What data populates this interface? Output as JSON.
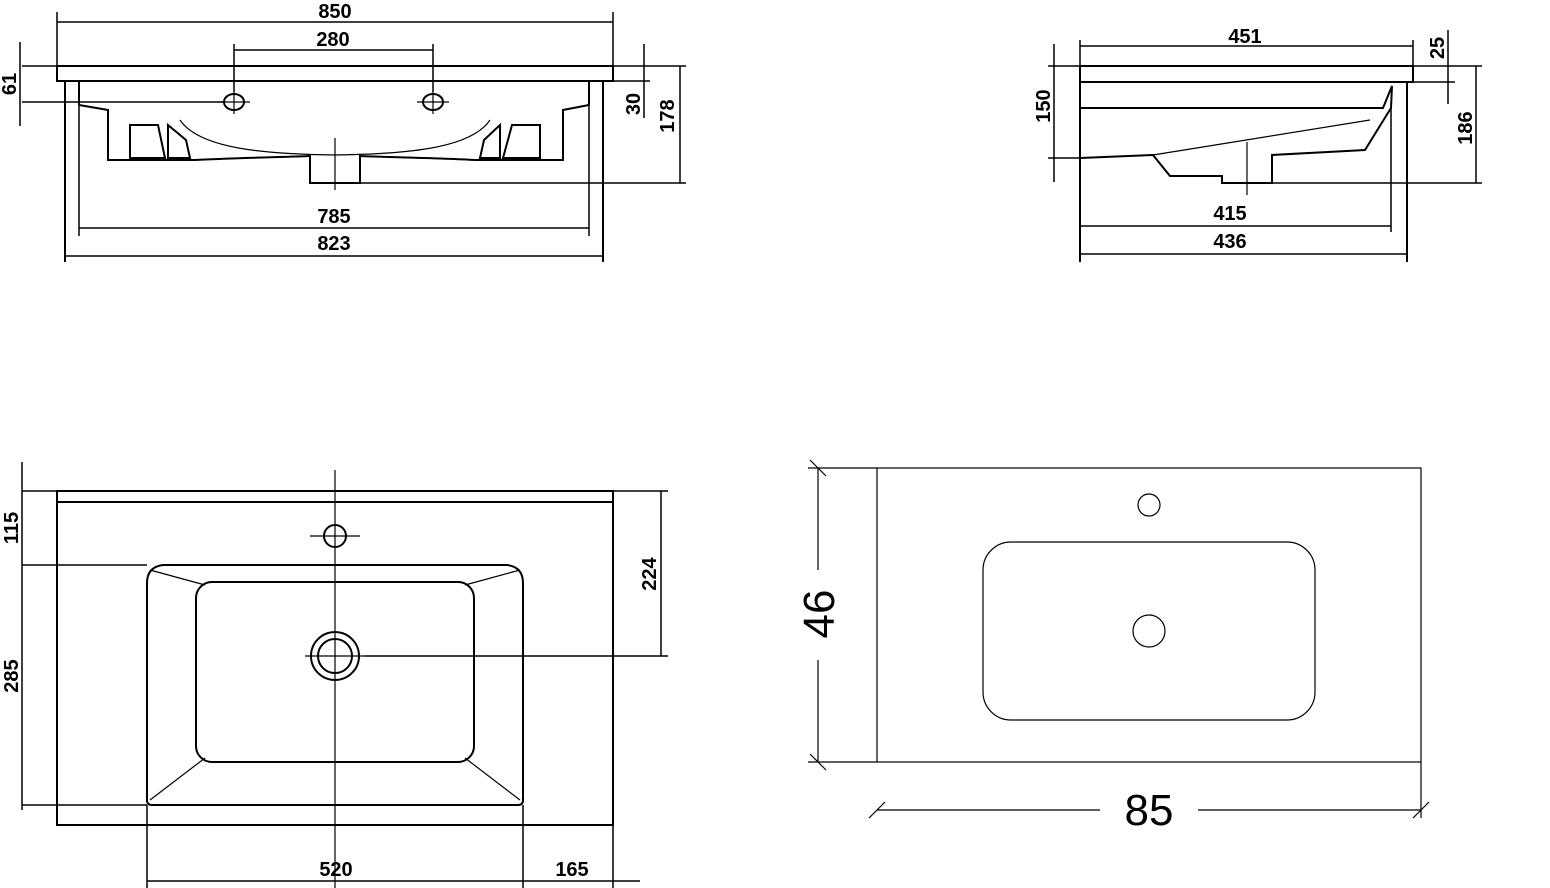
{
  "front_view": {
    "width_overall": "850",
    "tap_spacing": "280",
    "inner_width": "785",
    "base_width": "823",
    "rim_height": "61",
    "rim_thickness": "30",
    "total_height": "178"
  },
  "side_view": {
    "depth_overall": "451",
    "rim_thickness": "25",
    "bowl_height": "150",
    "total_height": "186",
    "inner_depth": "415",
    "base_depth": "436"
  },
  "top_view": {
    "tap_offset": "115",
    "drain_offset": "285",
    "drain_from_back": "224",
    "bowl_width": "520",
    "side_margin": "165"
  },
  "simple_view": {
    "depth": "46",
    "width": "85"
  }
}
